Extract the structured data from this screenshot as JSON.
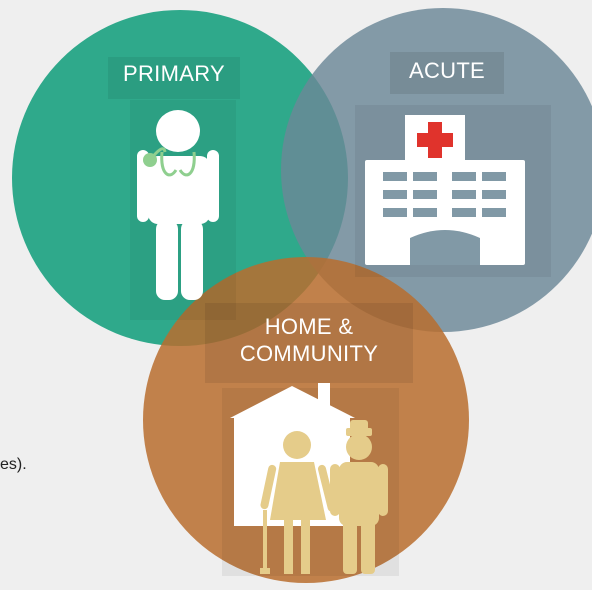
{
  "colors": {
    "background": "#efefef",
    "primary": "#2fa98b",
    "acute": "#7b94a2",
    "home_community": "#c37a3a",
    "cross": "#e0332c",
    "icon_white": "#ffffff",
    "person_beige": "#e5cc8a",
    "stethoscope": "#8fcf8f"
  },
  "circles": [
    {
      "key": "primary",
      "label": "PRIMARY",
      "icon": "doctor-icon"
    },
    {
      "key": "acute",
      "label": "ACUTE",
      "icon": "hospital-icon"
    },
    {
      "key": "home_community",
      "label_line1": "HOME &",
      "label_line2": "COMMUNITY",
      "icon": "home-elderly-couple-icon"
    }
  ],
  "side_text": "es)."
}
